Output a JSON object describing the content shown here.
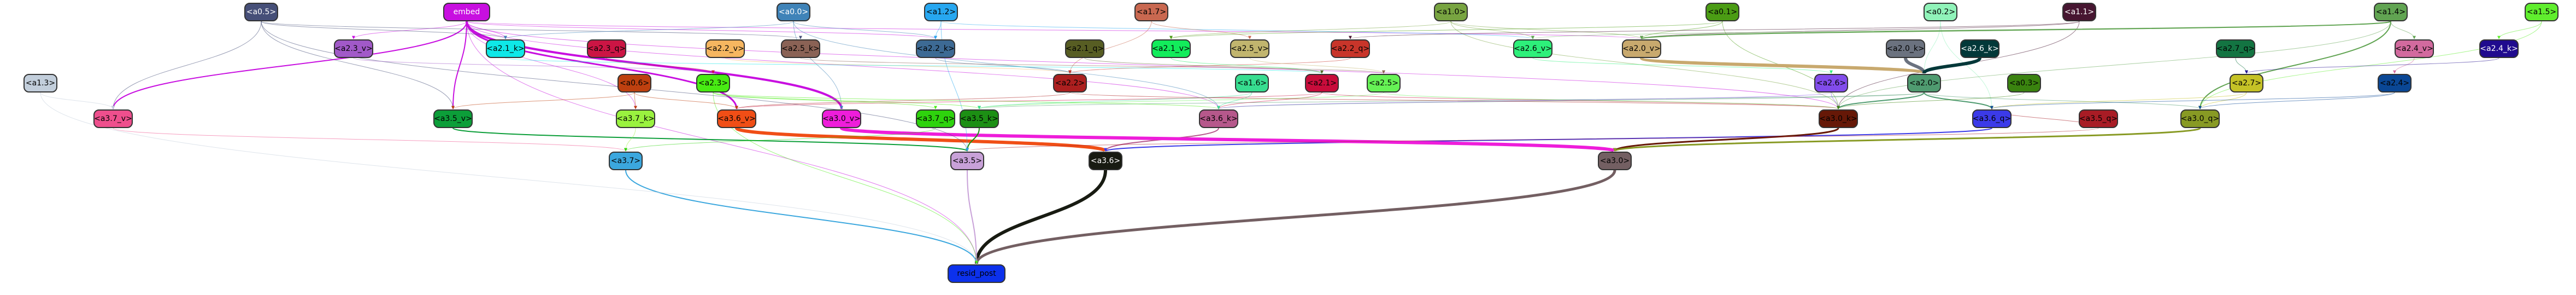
{
  "graph": {
    "nodes": [
      {
        "id": "a0_5",
        "label": "<a0.5>",
        "fill": "#464f78",
        "text": "#ffffff"
      },
      {
        "id": "embed",
        "label": "embed",
        "fill": "#c80fe0",
        "text": "#ffffff"
      },
      {
        "id": "a0_0",
        "label": "<a0.0>",
        "fill": "#3f83b8",
        "text": "#ffffff"
      },
      {
        "id": "a1_2",
        "label": "<a1.2>",
        "fill": "#27a7f0",
        "text": "#000000"
      },
      {
        "id": "a1_7",
        "label": "<a1.7>",
        "fill": "#c96850",
        "text": "#000000"
      },
      {
        "id": "a1_0",
        "label": "<a1.0>",
        "fill": "#78a441",
        "text": "#000000"
      },
      {
        "id": "a0_1",
        "label": "<a0.1>",
        "fill": "#4b9c14",
        "text": "#000000"
      },
      {
        "id": "a0_2",
        "label": "<a0.2>",
        "fill": "#90f3b9",
        "text": "#000000"
      },
      {
        "id": "a1_1",
        "label": "<a1.1>",
        "fill": "#471631",
        "text": "#ffffff"
      },
      {
        "id": "a1_4",
        "label": "<a1.4>",
        "fill": "#61a452",
        "text": "#000000"
      },
      {
        "id": "a1_5",
        "label": "<a1.5>",
        "fill": "#60ee2e",
        "text": "#000000"
      },
      {
        "id": "a2_3_v",
        "label": "<a2.3_v>",
        "fill": "#a159c8",
        "text": "#000000"
      },
      {
        "id": "a2_1_k",
        "label": "<a2.1_k>",
        "fill": "#0ee8e8",
        "text": "#000000"
      },
      {
        "id": "a2_3_q",
        "label": "<a2.3_q>",
        "fill": "#cb1544",
        "text": "#000000"
      },
      {
        "id": "a2_2_v",
        "label": "<a2.2_v>",
        "fill": "#f6b660",
        "text": "#000000"
      },
      {
        "id": "a2_5_k",
        "label": "<a2.5_k>",
        "fill": "#8a6255",
        "text": "#000000"
      },
      {
        "id": "a2_2_k",
        "label": "<a2.2_k>",
        "fill": "#3d6a94",
        "text": "#000000"
      },
      {
        "id": "a2_1_q",
        "label": "<a2.1_q>",
        "fill": "#575d23",
        "text": "#000000"
      },
      {
        "id": "a2_1_v",
        "label": "<a2.1_v>",
        "fill": "#12ec5b",
        "text": "#000000"
      },
      {
        "id": "a2_5_v",
        "label": "<a2.5_v>",
        "fill": "#c1b56e",
        "text": "#000000"
      },
      {
        "id": "a2_2_q",
        "label": "<a2.2_q>",
        "fill": "#c8352a",
        "text": "#000000"
      },
      {
        "id": "a2_6_v",
        "label": "<a2.6_v>",
        "fill": "#2df07a",
        "text": "#000000"
      },
      {
        "id": "a2_0_v",
        "label": "<a2.0_v>",
        "fill": "#c8a96e",
        "text": "#000000"
      },
      {
        "id": "a2_0_k",
        "label": "<a2.0_k>",
        "fill": "#6b727f",
        "text": "#000000"
      },
      {
        "id": "a2_6_k",
        "label": "<a2.6_k>",
        "fill": "#033839",
        "text": "#ffffff"
      },
      {
        "id": "a2_7_q",
        "label": "<a2.7_q>",
        "fill": "#137442",
        "text": "#000000"
      },
      {
        "id": "a2_4_v",
        "label": "<a2.4_v>",
        "fill": "#d26a9e",
        "text": "#000000"
      },
      {
        "id": "a2_4_k",
        "label": "<a2.4_k>",
        "fill": "#200b8e",
        "text": "#ffffff"
      },
      {
        "id": "a1_3",
        "label": "<a1.3>",
        "fill": "#c2cedb",
        "text": "#000000"
      },
      {
        "id": "a0_6",
        "label": "<a0.6>",
        "fill": "#be400f",
        "text": "#000000"
      },
      {
        "id": "a2_3",
        "label": "<a2.3>",
        "fill": "#48ec13",
        "text": "#000000"
      },
      {
        "id": "a2_2",
        "label": "<a2.2>",
        "fill": "#ac1f1f",
        "text": "#000000"
      },
      {
        "id": "a1_6",
        "label": "<a1.6>",
        "fill": "#37dd90",
        "text": "#000000"
      },
      {
        "id": "a2_1",
        "label": "<a2.1>",
        "fill": "#c80c3b",
        "text": "#000000"
      },
      {
        "id": "a2_5",
        "label": "<a2.5>",
        "fill": "#66f255",
        "text": "#000000"
      },
      {
        "id": "a2_6",
        "label": "<a2.6>",
        "fill": "#824ceb",
        "text": "#000000"
      },
      {
        "id": "a2_0",
        "label": "<a2.0>",
        "fill": "#4f9b70",
        "text": "#000000"
      },
      {
        "id": "a0_3",
        "label": "<a0.3>",
        "fill": "#3a830f",
        "text": "#000000"
      },
      {
        "id": "a2_7",
        "label": "<a2.7>",
        "fill": "#c5c226",
        "text": "#000000"
      },
      {
        "id": "a2_4",
        "label": "<a2.4>",
        "fill": "#0a4795",
        "text": "#000000"
      },
      {
        "id": "a3_7_v",
        "label": "<a3.7_v>",
        "fill": "#ee4f8d",
        "text": "#000000"
      },
      {
        "id": "a3_5_v",
        "label": "<a3.5_v>",
        "fill": "#0c9e39",
        "text": "#000000"
      },
      {
        "id": "a3_7_k",
        "label": "<a3.7_k>",
        "fill": "#9af23f",
        "text": "#000000"
      },
      {
        "id": "a3_6_v",
        "label": "<a3.6_v>",
        "fill": "#f04e16",
        "text": "#000000"
      },
      {
        "id": "a3_0_v",
        "label": "<a3.0_v>",
        "fill": "#ee1dda",
        "text": "#000000"
      },
      {
        "id": "a3_7_q",
        "label": "<a3.7_q>",
        "fill": "#2ed30d",
        "text": "#000000"
      },
      {
        "id": "a3_5_k",
        "label": "<a3.5_k>",
        "fill": "#1c8f14",
        "text": "#000000"
      },
      {
        "id": "a3_6_k",
        "label": "<a3.6_k>",
        "fill": "#b6588b",
        "text": "#000000"
      },
      {
        "id": "a3_0_k",
        "label": "<a3.0_k>",
        "fill": "#661807",
        "text": "#000000"
      },
      {
        "id": "a3_6_q",
        "label": "<a3.6_q>",
        "fill": "#3b3ae8",
        "text": "#000000"
      },
      {
        "id": "a3_5_q",
        "label": "<a3.5_q>",
        "fill": "#a81c25",
        "text": "#000000"
      },
      {
        "id": "a3_0_q",
        "label": "<a3.0_q>",
        "fill": "#889a24",
        "text": "#000000"
      },
      {
        "id": "a3_7",
        "label": "<a3.7>",
        "fill": "#3ba7de",
        "text": "#000000"
      },
      {
        "id": "a3_5",
        "label": "<a3.5>",
        "fill": "#c8a1d8",
        "text": "#000000"
      },
      {
        "id": "a3_6",
        "label": "<a3.6>",
        "fill": "#181b12",
        "text": "#ffffff"
      },
      {
        "id": "a3_0",
        "label": "<a3.0>",
        "fill": "#735f62",
        "text": "#000000"
      },
      {
        "id": "resid_post",
        "label": "resid_post",
        "fill": "#0c31ec",
        "text": "#000000"
      }
    ],
    "edges": [
      {
        "from": "a3_6",
        "to": "resid_post",
        "color": "#181b12",
        "weight": 6
      },
      {
        "from": "a3_0",
        "to": "resid_post",
        "color": "#735f62",
        "weight": 5
      },
      {
        "from": "a3_5",
        "to": "resid_post",
        "color": "#c8a1d8",
        "weight": 2
      },
      {
        "from": "a3_7",
        "to": "resid_post",
        "color": "#3ba7de",
        "weight": 2
      },
      {
        "from": "embed",
        "to": "resid_post",
        "color": "#c80fe0",
        "weight": 1
      },
      {
        "from": "a1_3",
        "to": "resid_post",
        "color": "#c2cedb",
        "weight": 1
      },
      {
        "from": "a2_3",
        "to": "resid_post",
        "color": "#48ec13",
        "weight": 1
      },
      {
        "from": "a3_6_v",
        "to": "a3_6",
        "color": "#f04e16",
        "weight": 6
      },
      {
        "from": "a3_6_k",
        "to": "a3_6",
        "color": "#b6588b",
        "weight": 2
      },
      {
        "from": "a3_6_q",
        "to": "a3_6",
        "color": "#3b3ae8",
        "weight": 2
      },
      {
        "from": "a3_0_v",
        "to": "a3_0",
        "color": "#ee1dda",
        "weight": 6
      },
      {
        "from": "a3_0_k",
        "to": "a3_0",
        "color": "#661807",
        "weight": 3
      },
      {
        "from": "a3_0_q",
        "to": "a3_0",
        "color": "#889a24",
        "weight": 3
      },
      {
        "from": "a3_5_v",
        "to": "a3_5",
        "color": "#0c9e39",
        "weight": 2
      },
      {
        "from": "a3_5_k",
        "to": "a3_5",
        "color": "#1c8f14",
        "weight": 2
      },
      {
        "from": "a3_5_q",
        "to": "a3_5",
        "color": "#a81c25",
        "weight": 1
      },
      {
        "from": "a3_7_v",
        "to": "a3_7",
        "color": "#ee4f8d",
        "weight": 1
      },
      {
        "from": "a3_7_k",
        "to": "a3_7",
        "color": "#9af23f",
        "weight": 1
      },
      {
        "from": "a3_7_q",
        "to": "a3_7",
        "color": "#2ed30d",
        "weight": 1
      },
      {
        "from": "embed",
        "to": "a3_0_v",
        "color": "#c80fe0",
        "weight": 4
      },
      {
        "from": "embed",
        "to": "a3_6_v",
        "color": "#c80fe0",
        "weight": 3
      },
      {
        "from": "embed",
        "to": "a3_5_v",
        "color": "#c80fe0",
        "weight": 2
      },
      {
        "from": "embed",
        "to": "a3_7_v",
        "color": "#c80fe0",
        "weight": 2
      },
      {
        "from": "embed",
        "to": "a3_7_k",
        "color": "#c80fe0",
        "weight": 1
      },
      {
        "from": "embed",
        "to": "a2_3_v",
        "color": "#c80fe0",
        "weight": 1
      },
      {
        "from": "embed",
        "to": "a2_1_k",
        "color": "#c80fe0",
        "weight": 1
      },
      {
        "from": "embed",
        "to": "a2_2_k",
        "color": "#c80fe0",
        "weight": 1
      },
      {
        "from": "embed",
        "to": "a2_0_v",
        "color": "#c80fe0",
        "weight": 1
      },
      {
        "from": "embed",
        "to": "a3_0_k",
        "color": "#c80fe0",
        "weight": 1
      },
      {
        "from": "embed",
        "to": "a3_6_k",
        "color": "#c80fe0",
        "weight": 1
      },
      {
        "from": "a0_5",
        "to": "a3_7_v",
        "color": "#464f78",
        "weight": 1
      },
      {
        "from": "a0_5",
        "to": "a3_5_v",
        "color": "#464f78",
        "weight": 1
      },
      {
        "from": "a0_5",
        "to": "a2_1_k",
        "color": "#464f78",
        "weight": 1
      },
      {
        "from": "a0_5",
        "to": "a2_5_k",
        "color": "#464f78",
        "weight": 1
      },
      {
        "from": "a0_5",
        "to": "a3_5",
        "color": "#464f78",
        "weight": 1
      },
      {
        "from": "a0_0",
        "to": "a2_2_k",
        "color": "#3f83b8",
        "weight": 1
      },
      {
        "from": "a0_0",
        "to": "a3_0_v",
        "color": "#3f83b8",
        "weight": 1
      },
      {
        "from": "a0_0",
        "to": "a3_6_k",
        "color": "#3f83b8",
        "weight": 1
      },
      {
        "from": "a0_0",
        "to": "a2_1_k",
        "color": "#3f83b8",
        "weight": 1
      },
      {
        "from": "a1_2",
        "to": "a2_2_k",
        "color": "#27a7f0",
        "weight": 1
      },
      {
        "from": "a1_2",
        "to": "a3_5",
        "color": "#27a7f0",
        "weight": 1
      },
      {
        "from": "a1_2",
        "to": "a2_6_v",
        "color": "#27a7f0",
        "weight": 1
      },
      {
        "from": "a1_7",
        "to": "a2_5_v",
        "color": "#c96850",
        "weight": 1
      },
      {
        "from": "a1_7",
        "to": "a2_2",
        "color": "#c96850",
        "weight": 1
      },
      {
        "from": "a1_0",
        "to": "a2_0_v",
        "color": "#78a441",
        "weight": 1
      },
      {
        "from": "a1_0",
        "to": "a2_6_v",
        "color": "#78a441",
        "weight": 1
      },
      {
        "from": "a1_0",
        "to": "a3_0_k",
        "color": "#78a441",
        "weight": 1
      },
      {
        "from": "a1_0",
        "to": "a2_1_v",
        "color": "#78a441",
        "weight": 1
      },
      {
        "from": "a0_1",
        "to": "a2_0_v",
        "color": "#4b9c14",
        "weight": 1
      },
      {
        "from": "a0_1",
        "to": "a3_0_k",
        "color": "#4b9c14",
        "weight": 1
      },
      {
        "from": "a0_1",
        "to": "a2_1_v",
        "color": "#4b9c14",
        "weight": 1
      },
      {
        "from": "a0_2",
        "to": "a2_0",
        "color": "#90f3b9",
        "weight": 1
      },
      {
        "from": "a0_2",
        "to": "a3_6_q",
        "color": "#90f3b9",
        "weight": 1
      },
      {
        "from": "a1_1",
        "to": "a2_0_v",
        "color": "#471631",
        "weight": 1
      },
      {
        "from": "a1_1",
        "to": "a3_0_k",
        "color": "#471631",
        "weight": 1
      },
      {
        "from": "a1_1",
        "to": "a2_2_q",
        "color": "#471631",
        "weight": 1
      },
      {
        "from": "a1_4",
        "to": "a3_0_q",
        "color": "#61a452",
        "weight": 2
      },
      {
        "from": "a1_4",
        "to": "a2_0_v",
        "color": "#61a452",
        "weight": 2
      },
      {
        "from": "a1_4",
        "to": "a3_0_k",
        "color": "#61a452",
        "weight": 1
      },
      {
        "from": "a1_4",
        "to": "a2_4_v",
        "color": "#61a452",
        "weight": 1
      },
      {
        "from": "a1_4",
        "to": "a2_6_v",
        "color": "#61a452",
        "weight": 1
      },
      {
        "from": "a1_5",
        "to": "a2_4_k",
        "color": "#60ee2e",
        "weight": 1
      },
      {
        "from": "a1_5",
        "to": "a3_0_q",
        "color": "#60ee2e",
        "weight": 1
      },
      {
        "from": "a2_0_v",
        "to": "a2_0",
        "color": "#c8a96e",
        "weight": 6
      },
      {
        "from": "a2_0_k",
        "to": "a2_0",
        "color": "#6b727f",
        "weight": 6
      },
      {
        "from": "a2_6_k",
        "to": "a2_0",
        "color": "#033839",
        "weight": 6
      },
      {
        "from": "a2_2_v",
        "to": "a2_2",
        "color": "#f6b660",
        "weight": 1
      },
      {
        "from": "a2_2_k",
        "to": "a2_2",
        "color": "#3d6a94",
        "weight": 1
      },
      {
        "from": "a2_2_q",
        "to": "a2_2",
        "color": "#c8352a",
        "weight": 1
      },
      {
        "from": "a2_3_v",
        "to": "a2_3",
        "color": "#a159c8",
        "weight": 1
      },
      {
        "from": "a2_3_q",
        "to": "a2_3",
        "color": "#cb1544",
        "weight": 1
      },
      {
        "from": "a2_1_v",
        "to": "a2_1",
        "color": "#12ec5b",
        "weight": 1
      },
      {
        "from": "a2_1_k",
        "to": "a2_1",
        "color": "#0ee8e8",
        "weight": 1
      },
      {
        "from": "a2_1_q",
        "to": "a2_1",
        "color": "#575d23",
        "weight": 1
      },
      {
        "from": "a2_5_v",
        "to": "a2_5",
        "color": "#c1b56e",
        "weight": 1
      },
      {
        "from": "a2_5_k",
        "to": "a2_5",
        "color": "#8a6255",
        "weight": 1
      },
      {
        "from": "a2_6_v",
        "to": "a2_6",
        "color": "#2df07a",
        "weight": 1
      },
      {
        "from": "a2_7_q",
        "to": "a2_7",
        "color": "#137442",
        "weight": 1
      },
      {
        "from": "a2_4_v",
        "to": "a2_4",
        "color": "#d26a9e",
        "weight": 1
      },
      {
        "from": "a2_4_k",
        "to": "a2_7",
        "color": "#200b8e",
        "weight": 1
      },
      {
        "from": "a2_0",
        "to": "a3_0_k",
        "color": "#4f9b70",
        "weight": 2
      },
      {
        "from": "a2_0",
        "to": "a3_6_q",
        "color": "#4f9b70",
        "weight": 2
      },
      {
        "from": "a2_0",
        "to": "a3_6_k",
        "color": "#4f9b70",
        "weight": 1
      },
      {
        "from": "a2_0",
        "to": "a3_0_q",
        "color": "#4f9b70",
        "weight": 1
      },
      {
        "from": "a2_0",
        "to": "a3_5_k",
        "color": "#4f9b70",
        "weight": 1
      },
      {
        "from": "a2_2",
        "to": "a3_6_v",
        "color": "#ac1f1f",
        "weight": 1
      },
      {
        "from": "a2_2",
        "to": "a3_0_k",
        "color": "#ac1f1f",
        "weight": 1
      },
      {
        "from": "a2_3",
        "to": "a3_5_k",
        "color": "#48ec13",
        "weight": 1
      },
      {
        "from": "a2_3",
        "to": "a3_7_q",
        "color": "#48ec13",
        "weight": 1
      },
      {
        "from": "a2_3",
        "to": "a3_6_k",
        "color": "#48ec13",
        "weight": 1
      },
      {
        "from": "a2_1",
        "to": "a3_6_k",
        "color": "#c80c3b",
        "weight": 1
      },
      {
        "from": "a2_1",
        "to": "a3_0_k",
        "color": "#c80c3b",
        "weight": 1
      },
      {
        "from": "a2_1",
        "to": "a3_6_v",
        "color": "#c80c3b",
        "weight": 1
      },
      {
        "from": "a2_5",
        "to": "a3_0_k",
        "color": "#66f255",
        "weight": 1
      },
      {
        "from": "a2_5",
        "to": "a3_5_k",
        "color": "#66f255",
        "weight": 1
      },
      {
        "from": "a2_6",
        "to": "a3_6_k",
        "color": "#824ceb",
        "weight": 1
      },
      {
        "from": "a2_6",
        "to": "a3_0_k",
        "color": "#824ceb",
        "weight": 1
      },
      {
        "from": "a2_7",
        "to": "a3_0_q",
        "color": "#c5c226",
        "weight": 1
      },
      {
        "from": "a2_7",
        "to": "a3_6_q",
        "color": "#c5c226",
        "weight": 1
      },
      {
        "from": "a2_4",
        "to": "a3_6_q",
        "color": "#0a4795",
        "weight": 1
      },
      {
        "from": "a2_4",
        "to": "a3_0_q",
        "color": "#0a4795",
        "weight": 1
      },
      {
        "from": "a0_3",
        "to": "a3_0_k",
        "color": "#3a830f",
        "weight": 1
      },
      {
        "from": "a1_6",
        "to": "a3_6_k",
        "color": "#37dd90",
        "weight": 1
      },
      {
        "from": "a1_6",
        "to": "a3_5_k",
        "color": "#37dd90",
        "weight": 1
      },
      {
        "from": "a0_6",
        "to": "a3_6_v",
        "color": "#be400f",
        "weight": 1
      },
      {
        "from": "a0_6",
        "to": "a3_5_v",
        "color": "#be400f",
        "weight": 1
      },
      {
        "from": "a0_6",
        "to": "a3_7_k",
        "color": "#be400f",
        "weight": 1
      },
      {
        "from": "a1_3",
        "to": "a3_7_v",
        "color": "#c2cedb",
        "weight": 1
      },
      {
        "from": "a3_5_q",
        "to": "a3_6_q",
        "color": "#a81c25",
        "weight": 1
      }
    ]
  }
}
